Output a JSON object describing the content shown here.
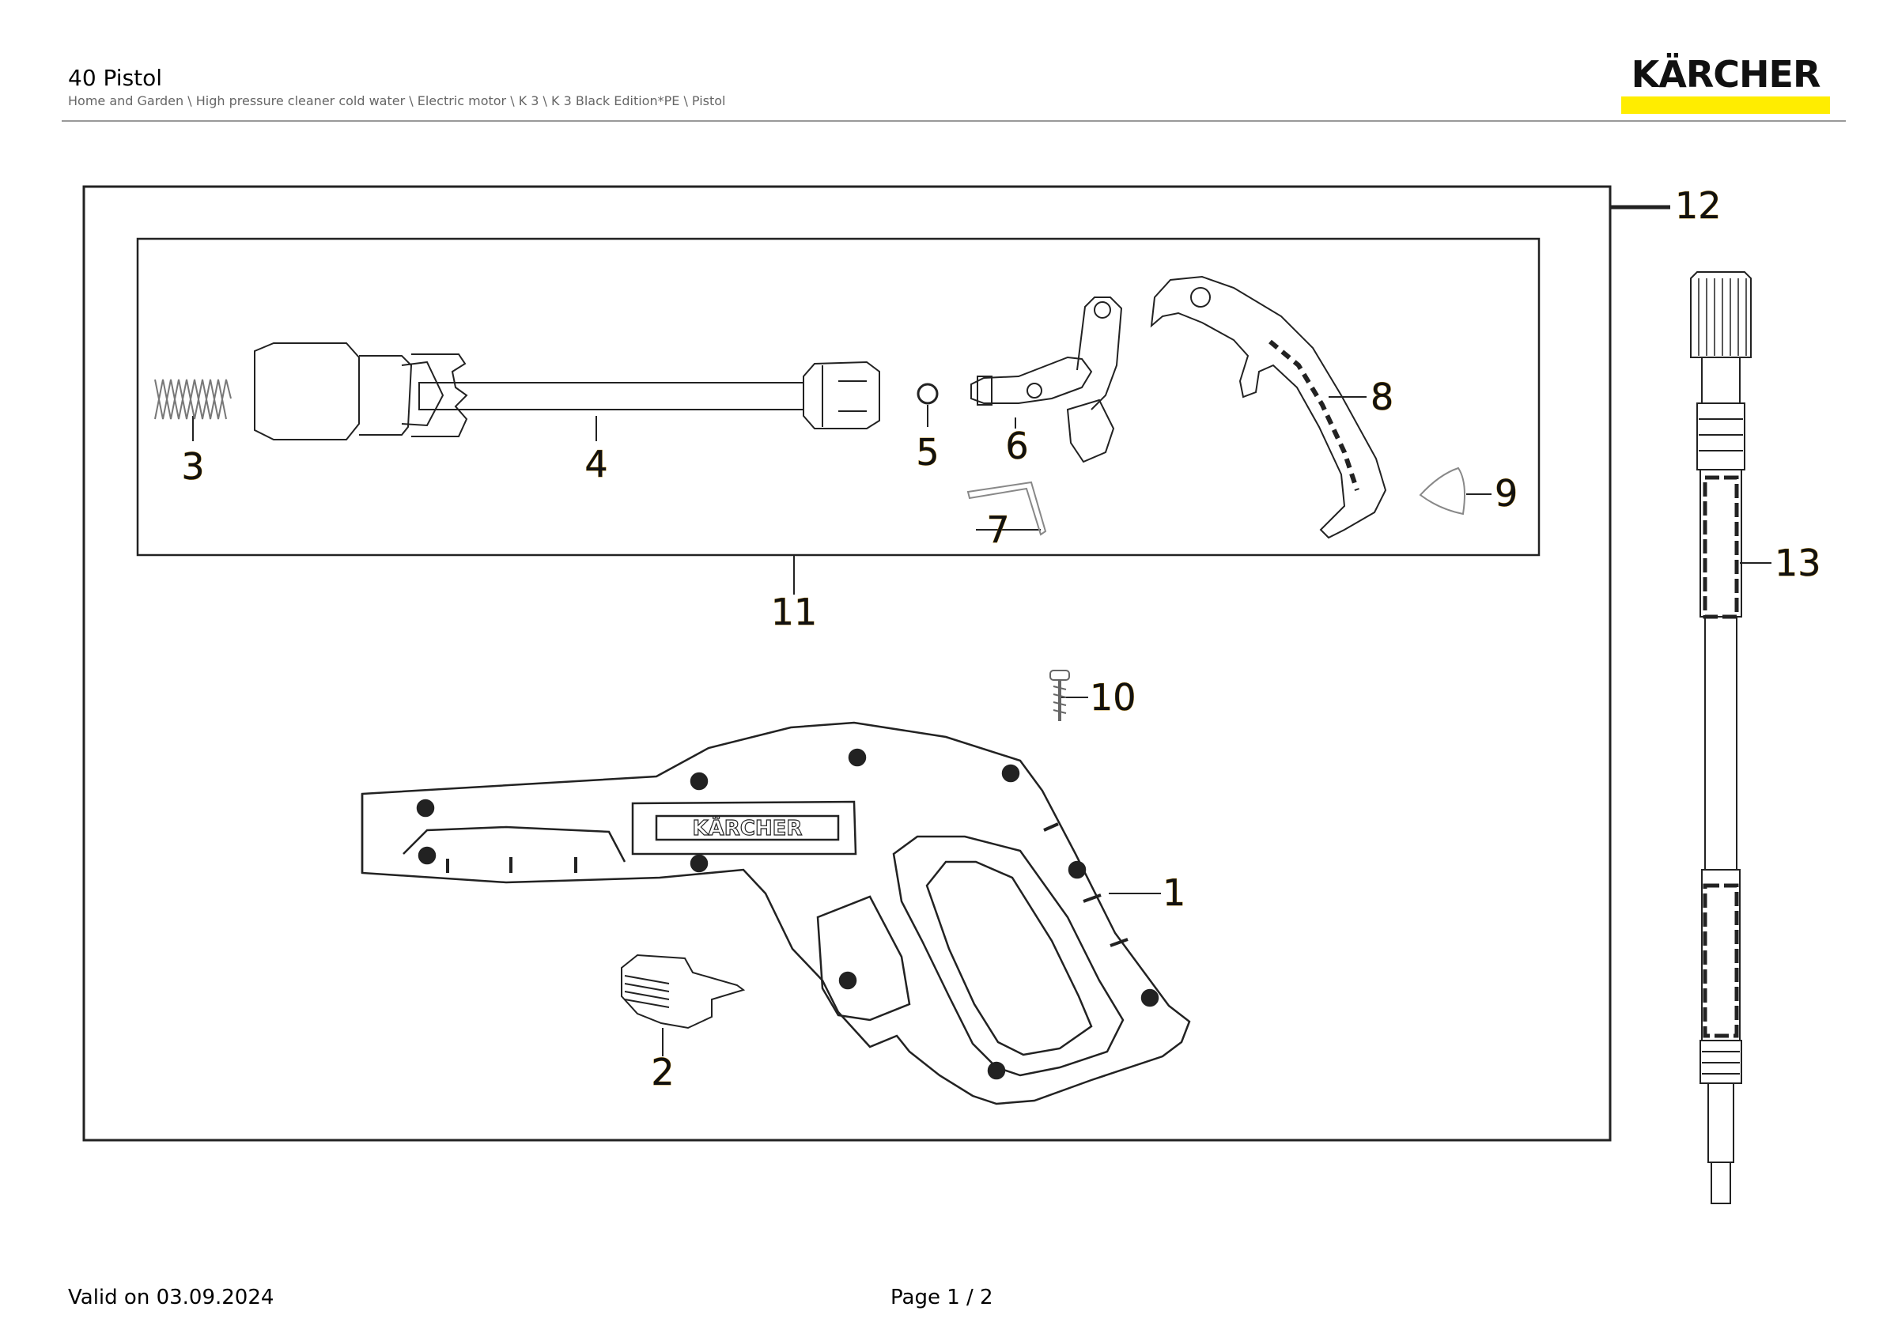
{
  "header": {
    "title": "40 Pistol",
    "breadcrumb": "Home and Garden \\ High pressure cleaner cold water \\ Electric motor \\ K 3 \\ K 3 Black Edition*PE \\ Pistol",
    "logo_text": "KÄRCHER",
    "brand_yellow": "#ffed00"
  },
  "diagram": {
    "part_labels": [
      "1",
      "2",
      "3",
      "4",
      "5",
      "6",
      "7",
      "8",
      "9",
      "10",
      "11",
      "12",
      "13"
    ],
    "gun_logo_text": "KÄRCHER"
  },
  "footer": {
    "valid_on": "Valid on 03.09.2024",
    "page": "Page 1 / 2"
  }
}
